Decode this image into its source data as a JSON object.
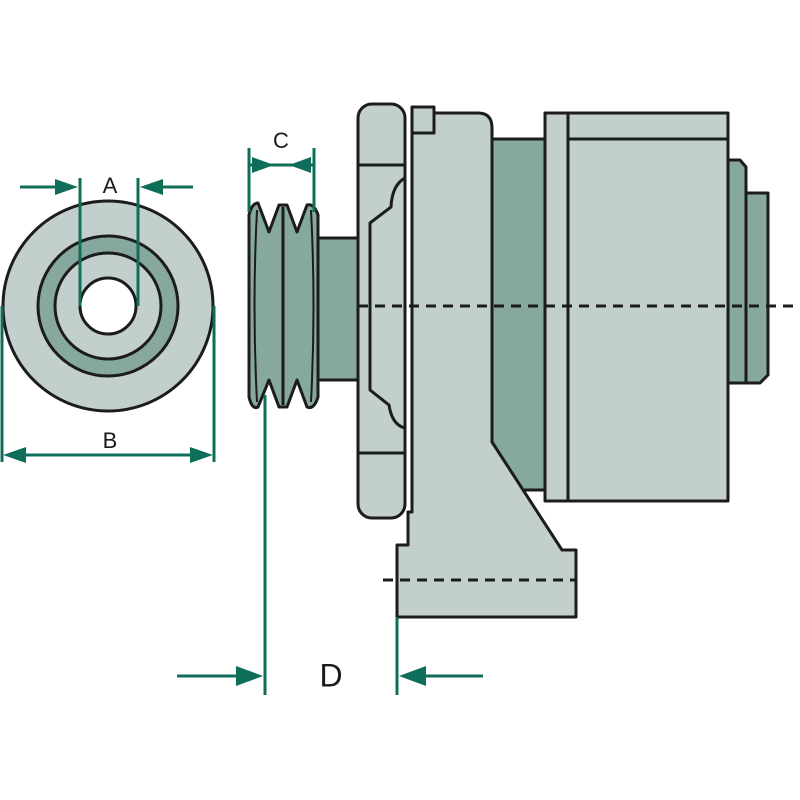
{
  "labels": {
    "a": "A",
    "b": "B",
    "c": "C",
    "d": "D"
  },
  "colors": {
    "light": "#c2cfcc",
    "dark": "#86a89f",
    "dim": "#0f6e5a",
    "outline": "#1c1c1c"
  }
}
